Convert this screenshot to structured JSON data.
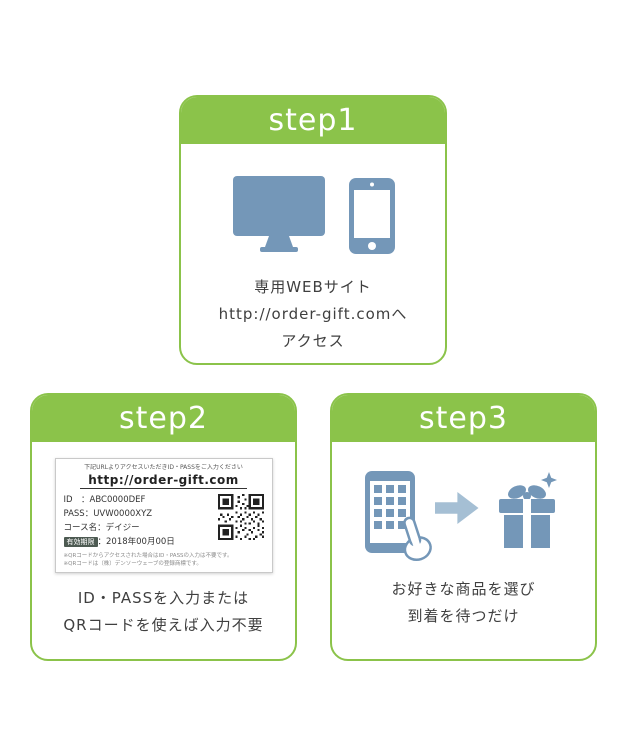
{
  "colors": {
    "green": "#8bc34a",
    "icon_blue": "#7497b8",
    "arrow_blue": "#a5bfd4",
    "text": "#3f3f3f"
  },
  "steps": {
    "step1": {
      "label": "step1",
      "caption_lines": [
        "専用WEBサイト",
        "http://order-gift.comへ",
        "アクセス"
      ]
    },
    "step2": {
      "label": "step2",
      "caption_lines": [
        "ID・PASSを入力または",
        "QRコードを使えば入力不要"
      ],
      "card": {
        "note": "下記URLよりアクセスいただきID・PASSをご入力ください",
        "url": "http://order-gift.com",
        "rows": [
          "ID　：ABC0000DEF",
          "PASS：UVW0000XYZ",
          "コース名：デイジー"
        ],
        "expiry_label": "有効期限",
        "expiry_value": "：2018年00月00日",
        "fine_print": [
          "※QRコードからアクセスされた場合はID・PASSの入力は不要です。",
          "※QRコードは（株）デンソーウェーブの登録商標です。"
        ]
      }
    },
    "step3": {
      "label": "step3",
      "caption_lines": [
        "お好きな商品を選び",
        "到着を待つだけ"
      ]
    }
  }
}
